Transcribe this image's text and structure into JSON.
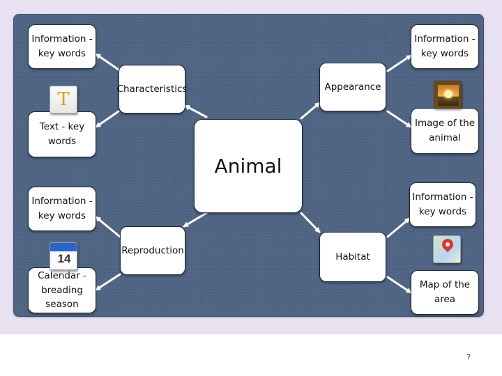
{
  "diagram": {
    "center": "Animal",
    "branches": [
      {
        "label": "Characteristics",
        "children": [
          "Information - key words",
          "Text - key words"
        ],
        "icons": [
          "text-document-icon"
        ]
      },
      {
        "label": "Appearance",
        "children": [
          "Information - key words",
          "Image of the animal"
        ],
        "icons": [
          "photo-image-icon"
        ]
      },
      {
        "label": "Reproduction",
        "children": [
          "Information - key words",
          "Calendar - breading season"
        ],
        "icons": [
          "calendar-icon"
        ],
        "calendar_day": "14"
      },
      {
        "label": "Habitat",
        "children": [
          "Information - key words",
          "Map of the area"
        ],
        "icons": [
          "map-pin-icon"
        ]
      }
    ]
  },
  "colors": {
    "board": "#4f6483",
    "band": "#e8e1f2",
    "node_fill": "#ffffff",
    "connector": "#ffffff"
  },
  "page_number": "7"
}
